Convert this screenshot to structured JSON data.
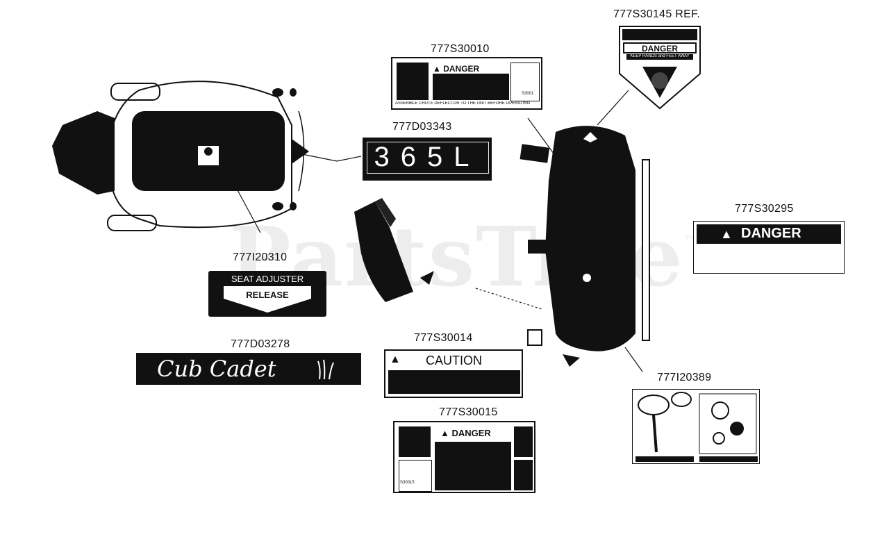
{
  "watermark": {
    "text": "PartsTree",
    "tm": "™"
  },
  "parts": {
    "p30145": {
      "number": "777S30145 REF.",
      "heading": "DANGER",
      "subtext": "KEEP HANDS and FEET AWAY"
    },
    "p30010": {
      "number": "777S30010",
      "heading": "DANGER",
      "footer": "ASSEMBLE CHUTE DEFLECTOR TO THE UNIT BEFORE OPERATING",
      "code": "S3001"
    },
    "p03343": {
      "number": "777D03343",
      "model": "365L"
    },
    "p30295": {
      "number": "777S30295",
      "heading": "DANGER"
    },
    "p20310": {
      "number": "777I20310",
      "line1": "SEAT ADJUSTER",
      "line2": "RELEASE"
    },
    "p03278": {
      "number": "777D03278",
      "brand": "Cub Cadet"
    },
    "p30014": {
      "number": "777S30014",
      "heading": "CAUTION"
    },
    "p30015": {
      "number": "777S30015",
      "heading": "DANGER",
      "code": "S30015"
    },
    "p20389": {
      "number": "777I20389"
    }
  }
}
